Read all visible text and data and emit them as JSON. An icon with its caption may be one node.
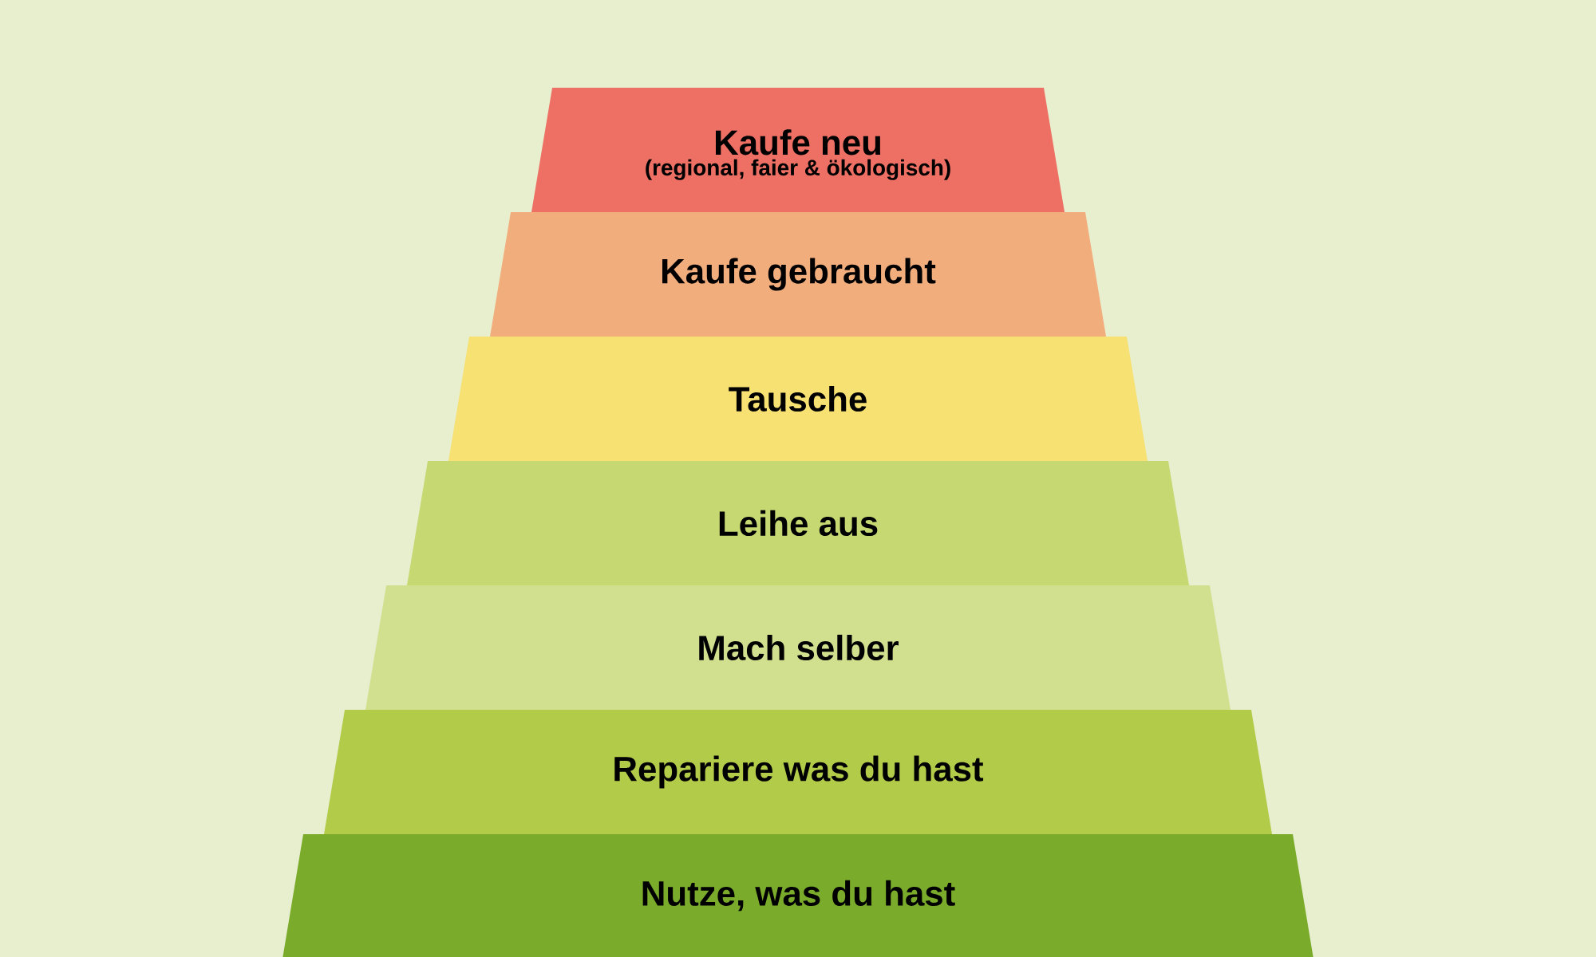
{
  "diagram": {
    "nodes": [
      {
        "text": [
          "Kaufe neu",
          "(regional, faier & ökologisch)"
        ]
      },
      {
        "text": [
          "Kaufe gebraucht"
        ]
      },
      {
        "text": [
          "Tausche"
        ]
      },
      {
        "text": [
          "Leihe aus"
        ]
      },
      {
        "text": [
          "Mach selber"
        ]
      },
      {
        "text": [
          "Repariere was du hast"
        ]
      },
      {
        "text": [
          "Nutze, was du hast"
        ]
      }
    ]
  }
}
